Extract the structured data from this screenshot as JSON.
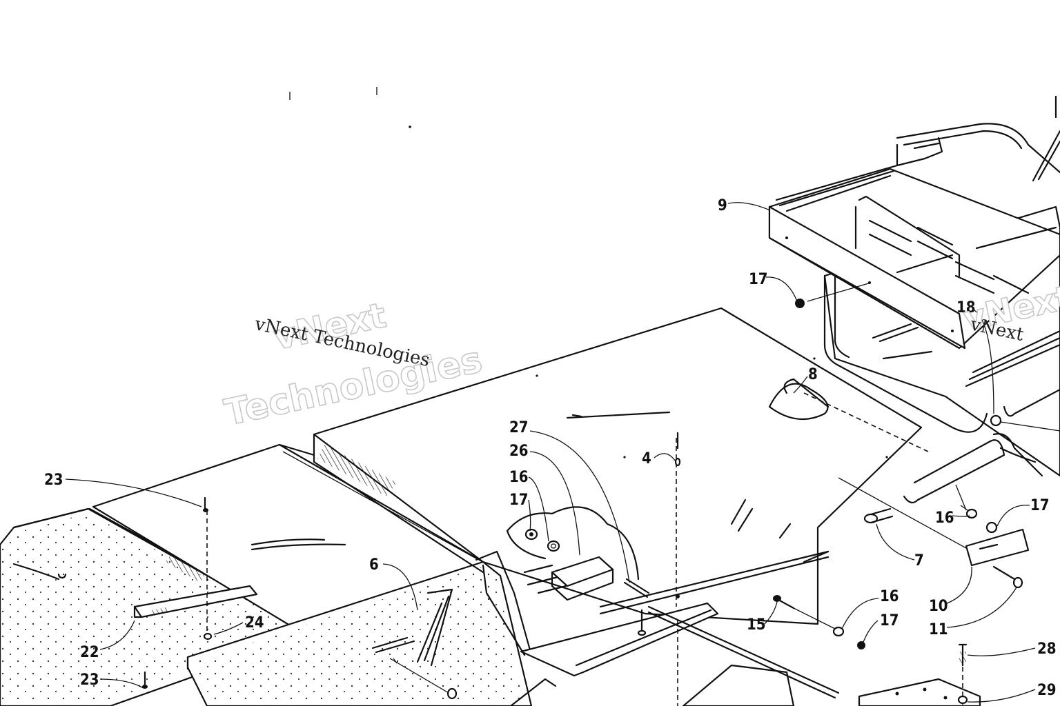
{
  "diagram": {
    "callouts": [
      {
        "id": "c-23a",
        "label": "23"
      },
      {
        "id": "c-22",
        "label": "22"
      },
      {
        "id": "c-23b",
        "label": "23"
      },
      {
        "id": "c-24",
        "label": "24"
      },
      {
        "id": "c-6",
        "label": "6"
      },
      {
        "id": "c-27",
        "label": "27"
      },
      {
        "id": "c-26",
        "label": "26"
      },
      {
        "id": "c-16a",
        "label": "16"
      },
      {
        "id": "c-17a",
        "label": "17"
      },
      {
        "id": "c-4",
        "label": "4"
      },
      {
        "id": "c-9",
        "label": "9"
      },
      {
        "id": "c-17b",
        "label": "17"
      },
      {
        "id": "c-8",
        "label": "8"
      },
      {
        "id": "c-18",
        "label": "18"
      },
      {
        "id": "c-16b",
        "label": "16"
      },
      {
        "id": "c-17c",
        "label": "17"
      },
      {
        "id": "c-7",
        "label": "7"
      },
      {
        "id": "c-10",
        "label": "10"
      },
      {
        "id": "c-11",
        "label": "11"
      },
      {
        "id": "c-15",
        "label": "15"
      },
      {
        "id": "c-16c",
        "label": "16"
      },
      {
        "id": "c-17d",
        "label": "17"
      },
      {
        "id": "c-28",
        "label": "28"
      },
      {
        "id": "c-29",
        "label": "29"
      }
    ],
    "watermarks": {
      "outline_line1": "vNext",
      "outline_line2": "Technologies",
      "plain": "vNext Technologies",
      "right_outline": "vNext Technologies",
      "right_plain": "vNext"
    }
  }
}
